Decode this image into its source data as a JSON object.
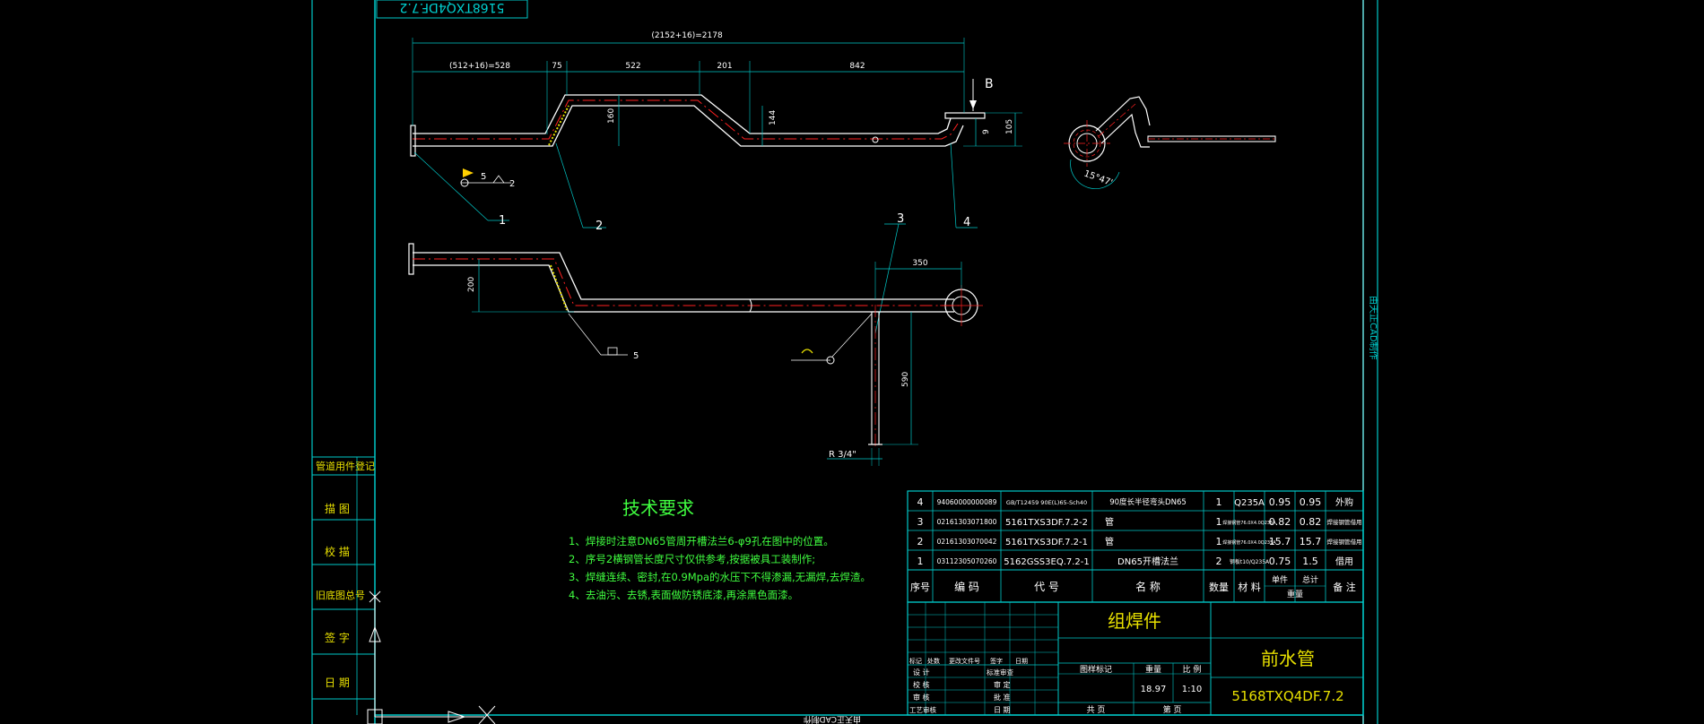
{
  "drawing": {
    "title_tag": "5168TXQ4DF.7.2",
    "side_note": "由天正CAD制作",
    "bottom_note": "由天正CAD制作"
  },
  "view_front": {
    "overall_dim": "(2152+16)=2178",
    "dim_a": "(512+16)=528",
    "dim_b": "75",
    "dim_c": "522",
    "dim_d": "201",
    "dim_e": "842",
    "dim_rise1": "160",
    "dim_rise2": "144",
    "dim_small": "9",
    "dim_right": "105",
    "view_letter": "B",
    "weld_size_top": "5",
    "weld_size_side": "2",
    "callouts": [
      "1",
      "2",
      "3",
      "4"
    ]
  },
  "view_side": {
    "angle_label": "15°47'"
  },
  "view_plan": {
    "dim_350": "350",
    "dim_200": "200",
    "dim_590": "590",
    "thread": "R 3/4\"",
    "weld_size": "5"
  },
  "left_column": {
    "labels": [
      "管道用件登记",
      "描 图",
      "校 描",
      "旧底图总号",
      "签 字",
      "日 期"
    ]
  },
  "tech": {
    "heading": "技术要求",
    "lines": [
      "1、焊接时注意DN65管周开槽法兰6-φ9孔在图中的位置。",
      "2、序号2横钢管长度尺寸仅供参考,按据被具工装制作;",
      "3、焊缝连续、密封,在0.9Mpa的水压下不得渗漏,无漏焊,去焊渣。",
      "4、去油污、去锈,表面做防锈底漆,再涂黑色面漆。"
    ]
  },
  "bom": {
    "rows": [
      {
        "no": "4",
        "code": "94060000000089",
        "std": "GB/T12459 90E(L)65-Sch40",
        "name": "90度长半径弯头DN65",
        "qty": "1",
        "mat": "Q235A",
        "unit": "0.95",
        "total": "0.95",
        "note": "外购"
      },
      {
        "no": "3",
        "code": "02161303071800",
        "std": "5161TXS3DF.7.2-2",
        "name": "管",
        "qty": "1",
        "mat": "焊接钢管76.0X4.0Q235A",
        "unit": "0.82",
        "total": "0.82",
        "note": "焊接钢管借用"
      },
      {
        "no": "2",
        "code": "02161303070042",
        "std": "5161TXS3DF.7.2-1",
        "name": "管",
        "qty": "1",
        "mat": "焊接钢管76.0X4.0Q235A",
        "unit": "15.7",
        "total": "15.7",
        "note": "焊接钢管借用"
      },
      {
        "no": "1",
        "code": "03112305070260",
        "std": "5162GSS3EQ.7.2-1",
        "name": "DN65开槽法兰",
        "qty": "2",
        "mat": "钢板t10/Q235A",
        "unit": "0.75",
        "total": "1.5",
        "note": "借用"
      }
    ],
    "header": {
      "no": "序号",
      "code": "编 码",
      "std": "代 号",
      "name": "名 称",
      "qty": "数量",
      "mat": "材 料",
      "unit": "单件",
      "total": "总计",
      "weight": "重量",
      "note": "备 注"
    }
  },
  "title_block": {
    "assembly": "组焊件",
    "part_name": "前水管",
    "drawing_no": "5168TXQ4DF.7.2",
    "weight": "18.97",
    "scale": "1:10",
    "stage_mark": "图样标记",
    "weight_label": "重量",
    "scale_label": "比 例",
    "sheets_total": "共 页",
    "sheet_no": "第 页",
    "sign_labels": [
      "标记",
      "处数",
      "更改文件号",
      "签字",
      "日期"
    ],
    "roles": [
      "设 计",
      "校 核",
      "审 核",
      "工艺审核"
    ],
    "roles2": [
      "标准审查",
      "审 定",
      "批 准",
      "日 期"
    ]
  }
}
